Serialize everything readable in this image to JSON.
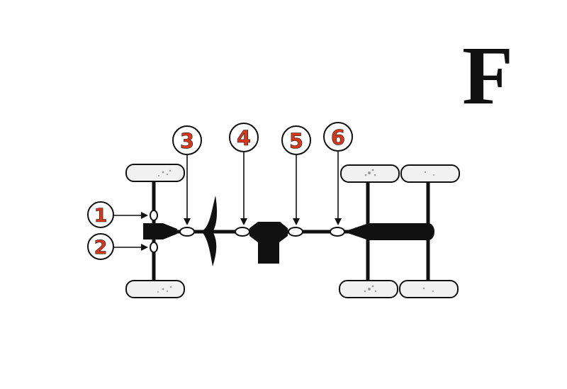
{
  "figure": {
    "panel_letter": "F",
    "colors": {
      "ink": "#111111",
      "callout_number": "#d8371c",
      "tire_fill": "#f1f1f1",
      "tire_speckle": "#9a9a9a",
      "joint_fill": "#ffffff"
    },
    "callouts": [
      {
        "label": "1"
      },
      {
        "label": "2"
      },
      {
        "label": "3"
      },
      {
        "label": "4"
      },
      {
        "label": "5"
      },
      {
        "label": "6"
      }
    ]
  }
}
